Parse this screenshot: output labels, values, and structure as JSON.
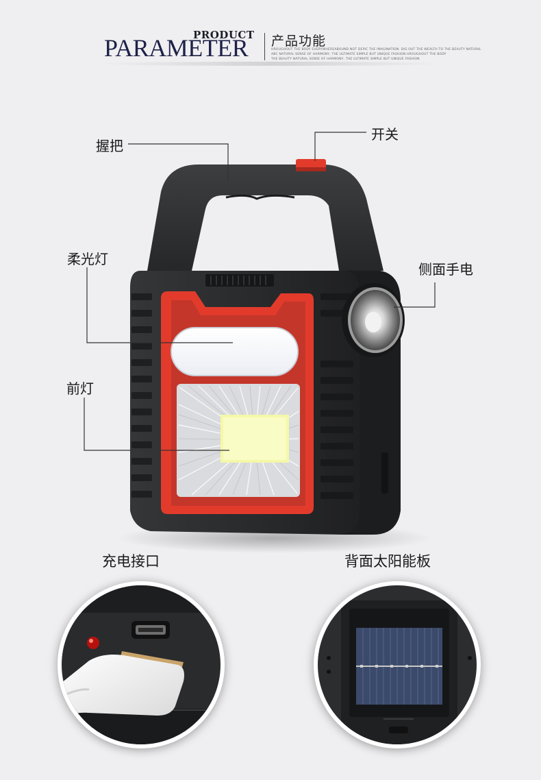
{
  "header": {
    "product": "PRODUCT",
    "parameter": "PARAMETER",
    "cn_title": "产品功能",
    "small_lines": [
      "HROUGHOUT THE BODY EVERYWHEREABOUND NOT DEPIC THE IMAGINATION. DIG OUT THE WEALTH TO THE BEAUTY NATURAL",
      "ABC NATURAL SENSE OF HARMONY, THE ULTIMATE SIMPLE BUT UNIQUE FASHION HROUGHOUT THE BODY",
      "THE BEAUTY NATURAL SENSE OF HARMONY, THE ULTIMATE SIMPLE BUT UNIQUE FASHION"
    ]
  },
  "labels": {
    "grip": "握把",
    "switch": "开关",
    "soft_light": "柔光灯",
    "side_torch": "侧面手电",
    "front_light": "前灯"
  },
  "bottom": {
    "charging_port": "充电接口",
    "solar_panel": "背面太阳能板"
  },
  "colors": {
    "body": "#2b2c2e",
    "accent": "#e23b2c",
    "leader_line": "#333333"
  }
}
